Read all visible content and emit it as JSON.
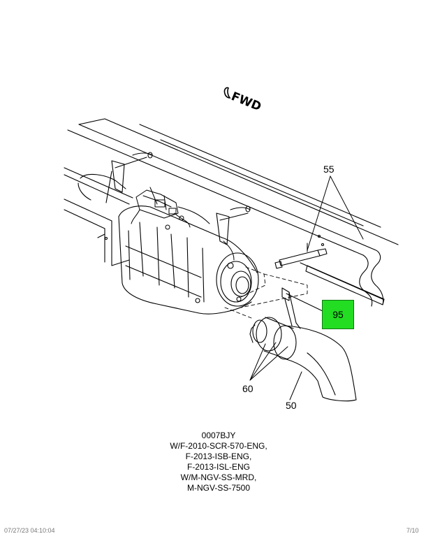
{
  "orientation": {
    "label": "FWD"
  },
  "callouts": {
    "c55": "55",
    "c95": "95",
    "c60": "60",
    "c50": "50"
  },
  "highlight_color": "#22dd22",
  "caption": {
    "line1": "0007BJY",
    "line2": "W/F-2010-SCR-570-ENG,",
    "line3": "F-2013-ISB-ENG,",
    "line4": "F-2013-ISL-ENG",
    "line5": "W/M-NGV-SS-MRD,",
    "line6": "M-NGV-SS-7500"
  },
  "footer": {
    "left": "07/27/23 04:10:04",
    "right": "7/10"
  }
}
